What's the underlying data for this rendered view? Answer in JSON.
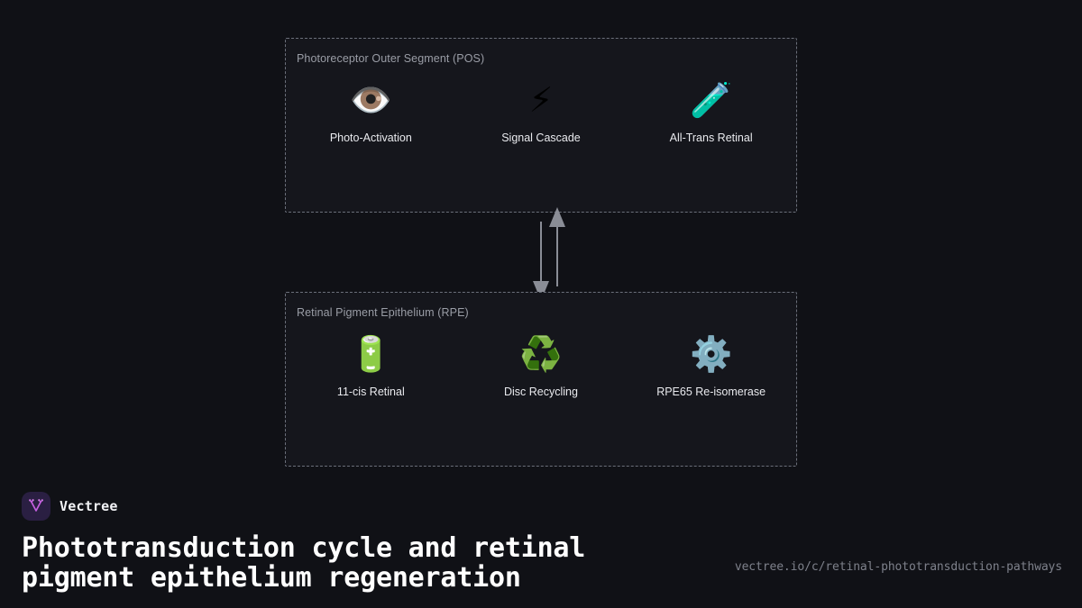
{
  "page": {
    "background": "#101116",
    "panel_background": "#15161c",
    "panel_border_color": "#6b6f7a",
    "label_color": "#e9eaee",
    "muted_color": "#9a9da6"
  },
  "diagram": {
    "panels": [
      {
        "id": "pos",
        "title": "Photoreceptor Outer Segment (POS)",
        "nodes": [
          {
            "label": "Photo-Activation",
            "icon": "👁️",
            "icon_name": "eye-icon"
          },
          {
            "label": "Signal Cascade",
            "icon": "⚡",
            "icon_name": "high-voltage-icon"
          },
          {
            "label": "All-Trans Retinal",
            "icon": "🧪",
            "icon_name": "test-tube-icon"
          }
        ]
      },
      {
        "id": "rpe",
        "title": "Retinal Pigment Epithelium (RPE)",
        "nodes": [
          {
            "label": "11-cis Retinal",
            "icon": "🔋",
            "icon_name": "battery-icon"
          },
          {
            "label": "Disc Recycling",
            "icon": "♻️",
            "icon_name": "recycling-icon"
          },
          {
            "label": "RPE65 Re-isomerase",
            "icon": "⚙️",
            "icon_name": "gear-icon"
          }
        ]
      }
    ],
    "connectors": [
      {
        "name": "arrow-down-pos-to-rpe",
        "direction": "down",
        "color": "#8a8d96"
      },
      {
        "name": "arrow-up-rpe-to-pos",
        "direction": "up",
        "color": "#8a8d96"
      }
    ]
  },
  "footer": {
    "brand_name": "Vectree",
    "logo_name": "vectree-logo-icon",
    "logo_accent": "#c65fe0",
    "logo_background": "#2a1f42",
    "title": "Phototransduction cycle and retinal\npigment epithelium regeneration",
    "url": "vectree.io/c/retinal-phototransduction-pathways"
  }
}
